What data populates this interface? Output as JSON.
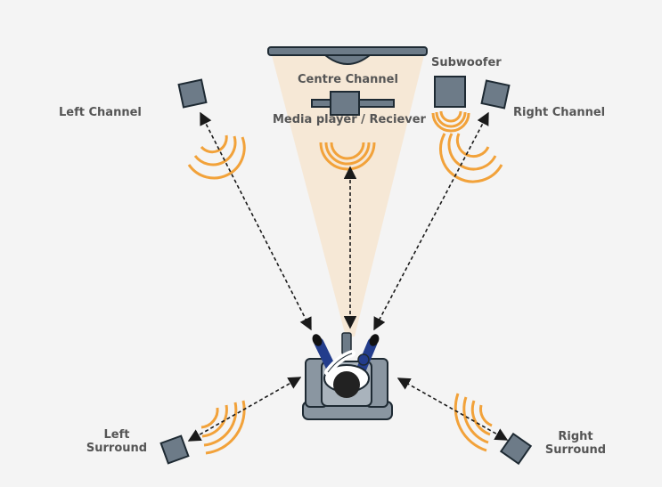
{
  "labels": {
    "left_channel": "Left Channel",
    "centre_channel": "Centre Channel",
    "media_player": "Media player / Reciever",
    "subwoofer": "Subwoofer",
    "right_channel": "Right Channel",
    "left_surround_line1": "Left",
    "left_surround_line2": "Surround",
    "right_surround_line1": "Right",
    "right_surround_line2": "Surround"
  },
  "colors": {
    "background": "#f4f4f4",
    "speaker_fill": "#6d7b88",
    "speaker_stroke": "#1e2a33",
    "sound_waves": "#f2a23a",
    "beam": "#f6e7d3",
    "label_text": "#555555",
    "arrow": "#1a1a1a",
    "chair": "#8a96a1",
    "person_shirt": "#ffffff",
    "person_hair": "#222222",
    "person_trousers": "#233d8c"
  }
}
